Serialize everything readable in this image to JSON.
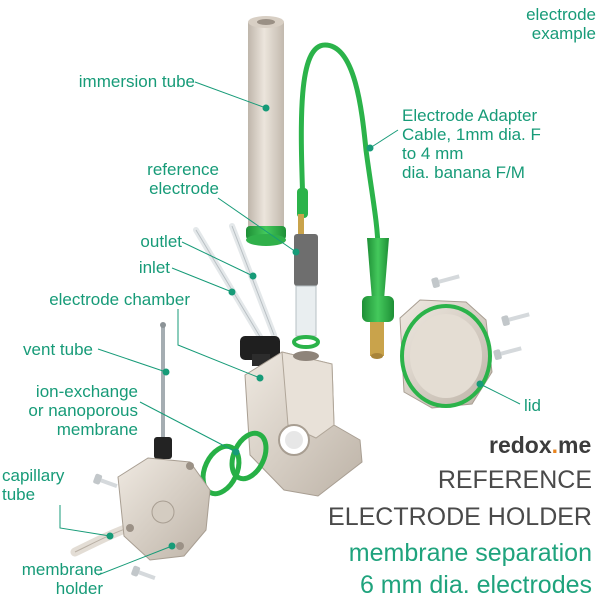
{
  "labels": {
    "electrode_example": [
      "electrode",
      "example"
    ],
    "immersion_tube": [
      "immersion tube"
    ],
    "adapter_cable": [
      "Electrode Adapter",
      "Cable, 1mm dia. F",
      "to 4 mm",
      "dia. banana F/M"
    ],
    "reference_electrode": [
      "reference",
      "electrode"
    ],
    "outlet": [
      "outlet"
    ],
    "inlet": [
      "inlet"
    ],
    "electrode_chamber": [
      "electrode chamber"
    ],
    "vent_tube": [
      "vent tube"
    ],
    "membrane": [
      "ion-exchange",
      "or nanoporous",
      "membrane"
    ],
    "capillary_tube": [
      "capillary",
      "tube"
    ],
    "membrane_holder": [
      "membrane",
      "holder"
    ],
    "lid": [
      "lid"
    ]
  },
  "brand": {
    "main": "redox",
    "dot": ".",
    "tail": "me"
  },
  "title": {
    "line1": "REFERENCE",
    "line2": "ELECTRODE HOLDER",
    "line3": "membrane separation",
    "line4": "6 mm dia. electrodes"
  },
  "colors": {
    "label_green": "#179b78",
    "cable_green": "#2bb34a",
    "part_beige": "#dcd3c8",
    "title_dark": "#4a4a4a",
    "brand_dot": "#e8841f"
  }
}
